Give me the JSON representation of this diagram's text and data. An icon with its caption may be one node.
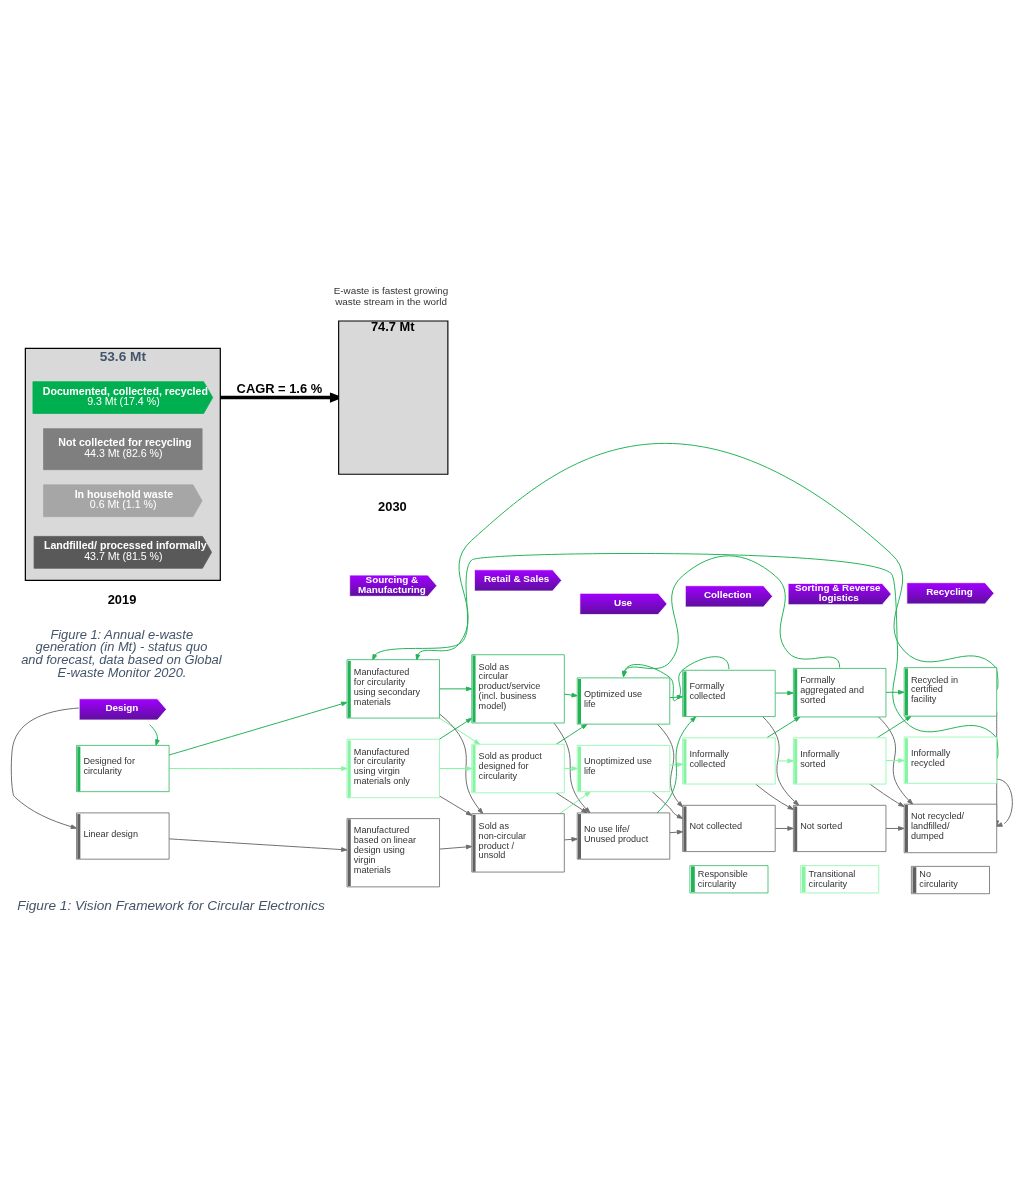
{
  "diagram": {
    "caption": "Figure 1: Vision Framework for Circular Electronics",
    "nodes": [
      {
        "text": [
          "53.6 Mt"
        ],
        "beside": [
          "2019"
        ]
      },
      {
        "text": [
          "Documented, collected, recycled",
          "9.3 Mt (17.4 %)"
        ],
        "in": 0
      },
      {
        "text": [
          "Not collected for recycling",
          "44.3 Mt (82.6 %)"
        ],
        "in": 0
      },
      {
        "text": [
          "In household waste",
          "0.6 Mt (1.1 %)"
        ],
        "in": 0
      },
      {
        "text": [
          "Landfilled/ processed informally",
          "43.7 Mt (81.5 %)"
        ],
        "in": 0
      },
      {
        "text": [
          "74.7 Mt"
        ],
        "beside": [
          "2030"
        ]
      },
      {
        "text": [
          "Design"
        ]
      },
      {
        "text": [
          "Sourcing & Manufacturing"
        ]
      },
      {
        "text": [
          "Retail & Sales"
        ]
      },
      {
        "text": [
          "Use"
        ]
      },
      {
        "text": [
          "Collection"
        ]
      },
      {
        "text": [
          "Sorting & Reverse logistics"
        ]
      },
      {
        "text": [
          "Recycling"
        ]
      },
      {
        "text": [
          "Designed for circularity"
        ]
      },
      {
        "text": [
          "Manufactured for circularity using secondary materials"
        ]
      },
      {
        "text": [
          "Sold as circular product/service (incl. business model)"
        ]
      },
      {
        "text": [
          "Optimized use life"
        ]
      },
      {
        "text": [
          "Formally collected"
        ]
      },
      {
        "text": [
          "Formally aggregated and sorted"
        ]
      },
      {
        "text": [
          "Recycled in certified facility"
        ]
      },
      {
        "text": [
          "Manufactured for circularity using virgin materials only"
        ]
      },
      {
        "text": [
          "Sold as product designed for circularity"
        ]
      },
      {
        "text": [
          "Unoptimized use life"
        ]
      },
      {
        "text": [
          "Informally collected"
        ]
      },
      {
        "text": [
          "Informally sorted"
        ]
      },
      {
        "text": [
          "Informally recycled"
        ]
      },
      {
        "text": [
          "Linear design"
        ]
      },
      {
        "text": [
          "Manufactured based on linear design using virgin materials"
        ]
      },
      {
        "text": [
          "Sold as non-circular product / unsold"
        ]
      },
      {
        "text": [
          "No use life/ Unused product"
        ]
      },
      {
        "text": [
          "Not collected"
        ]
      },
      {
        "text": [
          "Not sorted"
        ]
      },
      {
        "text": [
          "Not recycled/ landfilled/ dumped"
        ]
      }
    ],
    "edges": [
      {
        "from": 0,
        "to": 5,
        "arrow": "to",
        "label": "CAGR = 1.6 %",
        "style": "thick",
        "color": "#000000"
      },
      {
        "from": 6,
        "to": 13,
        "arrow": "to",
        "color": "#22b357"
      },
      {
        "from": 6,
        "to": 26,
        "arrow": "to"
      },
      {
        "from": 13,
        "to": 14,
        "arrow": "to",
        "color": "#22b357"
      },
      {
        "from": 13,
        "to": 20,
        "arrow": "to",
        "color": "#84f5a3"
      },
      {
        "from": 26,
        "to": 27,
        "arrow": "to"
      },
      {
        "from": 14,
        "to": 15,
        "arrow": "to",
        "color": "#22b357"
      },
      {
        "from": 14,
        "to": 21,
        "arrow": "to",
        "color": "#84f5a3"
      },
      {
        "from": 14,
        "to": 28,
        "arrow": "to"
      },
      {
        "from": 20,
        "to": 15,
        "arrow": "to",
        "color": "#22b357"
      },
      {
        "from": 20,
        "to": 21,
        "arrow": "to",
        "color": "#84f5a3"
      },
      {
        "from": 20,
        "to": 28,
        "arrow": "to"
      },
      {
        "from": 27,
        "to": 28,
        "arrow": "to"
      },
      {
        "from": 15,
        "to": 16,
        "arrow": "to",
        "color": "#22b357"
      },
      {
        "from": 15,
        "to": 29,
        "arrow": "to"
      },
      {
        "from": 21,
        "to": 16,
        "arrow": "to",
        "color": "#22b357"
      },
      {
        "from": 21,
        "to": 22,
        "arrow": "to",
        "color": "#84f5a3"
      },
      {
        "from": 21,
        "to": 29,
        "arrow": "to"
      },
      {
        "from": 28,
        "to": 22,
        "arrow": "to",
        "color": "#84f5a3"
      },
      {
        "from": 28,
        "to": 29,
        "arrow": "to"
      },
      {
        "from": 16,
        "to": 17,
        "arrow": "to",
        "color": "#22b357"
      },
      {
        "from": 16,
        "to": 30,
        "arrow": "to"
      },
      {
        "from": 22,
        "to": 23,
        "arrow": "to",
        "color": "#84f5a3"
      },
      {
        "from": 22,
        "to": 30,
        "arrow": "to"
      },
      {
        "from": 29,
        "to": 17,
        "arrow": "to",
        "color": "#22b357"
      },
      {
        "from": 29,
        "to": 30,
        "arrow": "to"
      },
      {
        "from": 17,
        "to": 18,
        "arrow": "to",
        "color": "#22b357"
      },
      {
        "from": 17,
        "to": 31,
        "arrow": "to"
      },
      {
        "from": 23,
        "to": 18,
        "arrow": "to",
        "color": "#22b357"
      },
      {
        "from": 23,
        "to": 24,
        "arrow": "to",
        "color": "#84f5a3"
      },
      {
        "from": 23,
        "to": 31,
        "arrow": "to"
      },
      {
        "from": 30,
        "to": 31,
        "arrow": "to"
      },
      {
        "from": 18,
        "to": 19,
        "arrow": "to",
        "color": "#22b357"
      },
      {
        "from": 18,
        "to": 32,
        "arrow": "to"
      },
      {
        "from": 24,
        "to": 19,
        "arrow": "to",
        "color": "#22b357"
      },
      {
        "from": 24,
        "to": 25,
        "arrow": "to",
        "color": "#84f5a3"
      },
      {
        "from": 24,
        "to": 32,
        "arrow": "to"
      },
      {
        "from": 31,
        "to": 32,
        "arrow": "to"
      },
      {
        "from": 17,
        "to": 16,
        "arrow": "to",
        "color": "#22b357"
      },
      {
        "from": 18,
        "to": 16,
        "arrow": "to",
        "color": "#22b357"
      },
      {
        "from": 19,
        "to": 14,
        "arrow": "to",
        "color": "#22b357"
      },
      {
        "from": 25,
        "to": 14,
        "arrow": "to",
        "color": "#22b357"
      },
      {
        "from": 19,
        "to": 32,
        "arrow": "to"
      },
      {
        "from": 25,
        "to": 32,
        "arrow": "to"
      }
    ],
    "labels": [
      "E-waste is fastest growing waste stream in the world",
      "Figure 1: Annual e-waste generation (in Mt) - status quo and forecast, data based on Global E-waste Monitor 2020."
    ],
    "legend": [
      {
        "text": "Responsible circularity",
        "color": "#22b357"
      },
      {
        "text": "Transitional circularity",
        "color": "#84f5a3"
      },
      {
        "text": "No circularity",
        "color": "#616161"
      }
    ]
  }
}
